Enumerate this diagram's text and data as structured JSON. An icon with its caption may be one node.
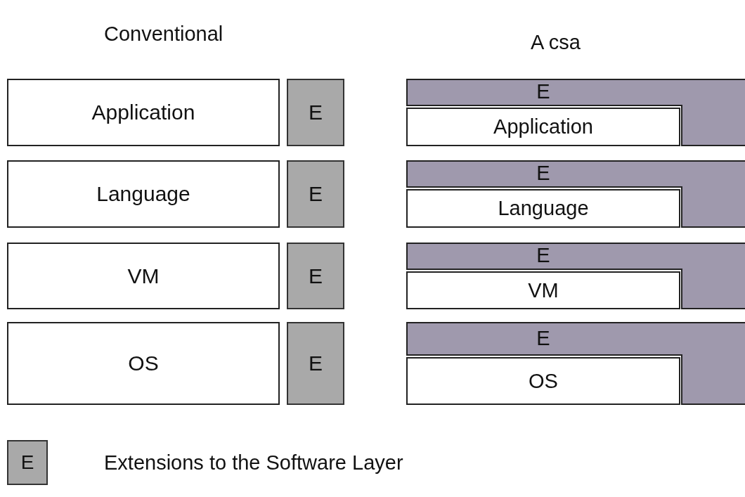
{
  "diagram": {
    "nodes": [
      {
        "text": [
          "Application"
        ]
      },
      {
        "text": [
          "E"
        ]
      },
      {
        "text": [
          "E"
        ]
      },
      {
        "text": [
          "Application"
        ],
        "in": 2
      },
      {
        "text": [
          "Language"
        ]
      },
      {
        "text": [
          "E"
        ]
      },
      {
        "text": [
          "E"
        ]
      },
      {
        "text": [
          "Language"
        ],
        "in": 6
      },
      {
        "text": [
          "VM"
        ]
      },
      {
        "text": [
          "E"
        ]
      },
      {
        "text": [
          "E"
        ]
      },
      {
        "text": [
          "VM"
        ],
        "in": 10
      },
      {
        "text": [
          "OS"
        ]
      },
      {
        "text": [
          "E"
        ]
      },
      {
        "text": [
          "E"
        ]
      },
      {
        "text": [
          "OS"
        ],
        "in": 14
      }
    ],
    "labels": [
      "Conventional",
      "A csa",
      "E"
    ],
    "legend": [
      {
        "text": "Extensions to the Software Layer",
        "color": "#a9a9a9"
      }
    ]
  }
}
